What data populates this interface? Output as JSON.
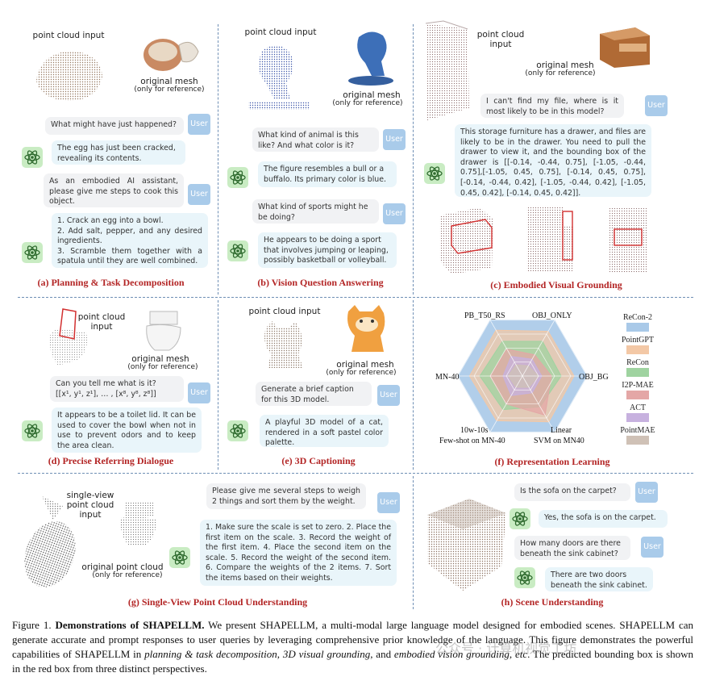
{
  "panels": {
    "a": {
      "input_label": "point cloud input",
      "mesh_label": "original mesh",
      "mesh_note": "(only for reference)",
      "q1": "What might have just happened?",
      "a1": "The egg has just been cracked, revealing its contents.",
      "q2": "As an embodied AI assistant, please give me steps to cook this object.",
      "a2_lines": [
        "1. Crack an egg into a bowl.",
        "2. Add salt, pepper, and any desired ingredients.",
        "3. Scramble them together with a spatula until they are well combined."
      ],
      "caption": "(a) Planning & Task Decomposition"
    },
    "b": {
      "input_label": "point cloud input",
      "mesh_label": "original mesh",
      "mesh_note": "(only for reference)",
      "q1": "What kind of animal is this like? And what color is it?",
      "a1": "The figure resembles a bull or a buffalo. Its primary color is blue.",
      "q2": "What kind of sports might he be doing?",
      "a2": "He appears to be doing a sport that involves jumping or leaping, possibly basketball or volleyball.",
      "caption": "(b) Vision Question Answering"
    },
    "c": {
      "input_label": "point cloud input",
      "mesh_label": "original mesh",
      "mesh_note": "(only for reference)",
      "q1": "I can't find my file, where is it most likely to be in this model?",
      "a1": "This storage furniture has a drawer, and files are likely to be in the drawer. You need to pull the drawer to view it, and the bounding box of the drawer is [[-0.14, -0.44, 0.75], [-1.05, -0.44, 0.75],[-1.05, 0.45, 0.75], [-0.14, 0.45, 0.75], [-0.14, -0.44, 0.42], [-1.05, -0.44, 0.42], [-1.05, 0.45, 0.42], [-0.14, 0.45, 0.42]].",
      "caption": "(c) Embodied Visual Grounding"
    },
    "d": {
      "input_label": "point cloud input",
      "mesh_label": "original mesh",
      "mesh_note": "(only for reference)",
      "q1_line1": "Can you tell me what is it?",
      "q1_line2": "[[x¹, y¹, z¹], … , [x⁸, y⁸, z⁸]]",
      "a1": "It appears to be a toilet lid. It can be used to cover the bowl when not in use to prevent odors and to keep the area clean.",
      "caption": "(d) Precise Referring Dialogue"
    },
    "e": {
      "input_label": "point cloud input",
      "mesh_label": "original mesh",
      "mesh_note": "(only for reference)",
      "q1": "Generate a brief caption for this 3D model.",
      "a1": "A playful 3D model of a cat, rendered in a soft pastel color palette.",
      "caption": "(e) 3D Captioning"
    },
    "f": {
      "caption": "(f) Representation Learning"
    },
    "g": {
      "input_label": "single-view point cloud input",
      "mesh_label": "original point cloud",
      "mesh_note": "(only for reference)",
      "q1": "Please give me several steps to weigh 2 things and sort them by the weight.",
      "a1": "1. Make sure the scale is set to zero. 2. Place the first item on the scale. 3. Record the weight of the first item. 4. Place the second item on the scale. 5. Record the weight of the second item. 6. Compare the weights of the 2 items. 7. Sort the items based on their weights.",
      "caption": "(g) Single-View Point Cloud Understanding"
    },
    "h": {
      "q1": "Is the sofa on the carpet?",
      "a1": "Yes, the sofa is on the carpet.",
      "q2": "How many doors are there beneath the sink cabinet?",
      "a2": "There are two doors beneath the sink cabinet.",
      "caption": "(h) Scene Understanding"
    }
  },
  "user_tag": "User",
  "chart_data": {
    "type": "radar",
    "axes": [
      "PB_T50_RS",
      "OBJ_ONLY",
      "OBJ_BG",
      "SVM on MN40",
      "Few-shot on MN-40",
      "MN-40"
    ],
    "axis_label_lines": {
      "linear": "Linear",
      "tenw": "10w-10s"
    },
    "series": [
      {
        "name": "ReCon-2",
        "color": "#a9c9e8",
        "values": [
          1.0,
          1.0,
          1.0,
          1.0,
          1.0,
          1.0
        ]
      },
      {
        "name": "PointGPT",
        "color": "#f3c8a6",
        "values": [
          0.82,
          0.8,
          0.8,
          0.82,
          0.8,
          0.82
        ]
      },
      {
        "name": "ReCon",
        "color": "#9fd3a0",
        "values": [
          0.62,
          0.62,
          0.6,
          0.55,
          0.6,
          0.66
        ]
      },
      {
        "name": "I2P-MAE",
        "color": "#e4a7a6",
        "values": [
          0.48,
          0.38,
          0.45,
          0.7,
          0.5,
          0.5
        ]
      },
      {
        "name": "ACT",
        "color": "#c7b1df",
        "values": [
          0.35,
          0.3,
          0.3,
          0.3,
          0.35,
          0.3
        ]
      },
      {
        "name": "PointMAE",
        "color": "#cfc1b6",
        "values": [
          0.2,
          0.18,
          0.25,
          0.2,
          0.2,
          0.22
        ]
      }
    ]
  },
  "figure_caption": {
    "prefix": "Figure 1. ",
    "bold": "Demonstrations of SHAPELLM.",
    "text1": " We present SHAPELLM, a multi-modal large language model designed for embodied scenes. SHAPELLM can generate accurate and prompt responses to user queries by leveraging comprehensive prior knowledge of the language. This figure demonstrates the powerful capabilities of SHAPELLM in ",
    "ital1": "planning & task decomposition",
    "text2": ", ",
    "ital2": "3D visual grounding",
    "text3": ", and ",
    "ital3": "embodied vision grounding",
    "text4": ", ",
    "ital4": "etc",
    "text5": ". The predicted bounding box is shown in the red box from three distinct perspectives."
  },
  "watermark": "公众号 · 计算机视觉工坊"
}
